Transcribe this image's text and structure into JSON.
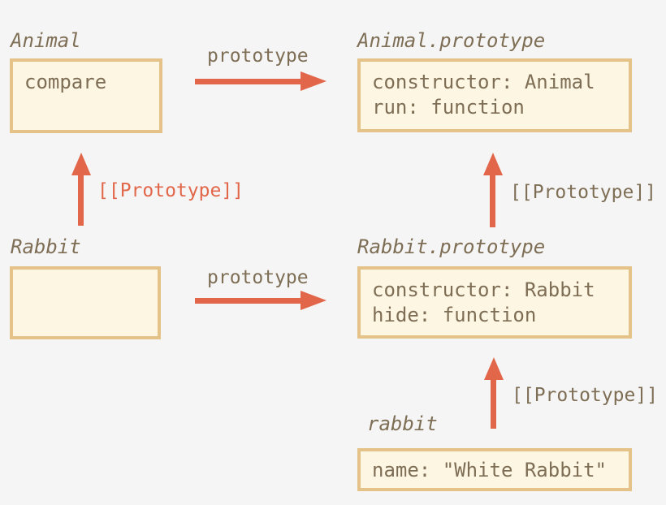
{
  "diagram": {
    "type": "prototype-chain-diagram",
    "palette": {
      "background": "#f5f5f5",
      "box_fill": "#fdf6e3",
      "box_border": "#e5c287",
      "text": "#7e6e55",
      "arrow": "#e2674a"
    },
    "nodes": {
      "animal": {
        "title": "Animal",
        "lines": [
          "compare"
        ]
      },
      "animal_prototype": {
        "title": "Animal.prototype",
        "lines": [
          "constructor: Animal",
          "run: function"
        ]
      },
      "rabbit_constructor": {
        "title": "Rabbit",
        "lines": []
      },
      "rabbit_prototype": {
        "title": "Rabbit.prototype",
        "lines": [
          "constructor: Rabbit",
          "hide: function"
        ]
      },
      "rabbit_instance": {
        "title": "rabbit",
        "lines": [
          "name: \"White Rabbit\""
        ]
      }
    },
    "edges": {
      "animal_to_animal_prototype": "prototype",
      "rabbit_to_rabbit_prototype": "prototype",
      "rabbit_ctor_to_animal": "[[Prototype]]",
      "rabbit_proto_to_animal_proto": "[[Prototype]]",
      "rabbit_obj_to_rabbit_proto": "[[Prototype]]"
    }
  }
}
